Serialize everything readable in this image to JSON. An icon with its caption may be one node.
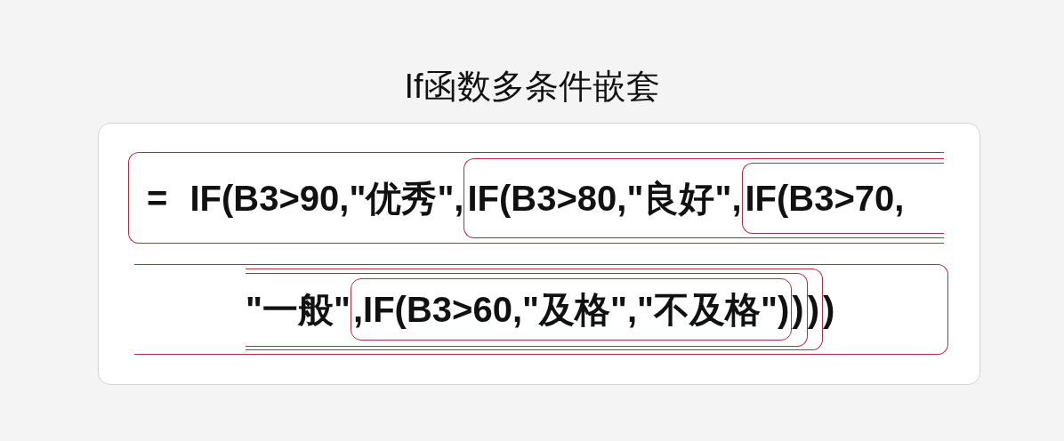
{
  "diagram": {
    "title": "If函数多条件嵌套",
    "nodes": [
      {
        "text": [],
        "shape": "box"
      },
      {
        "text": [
          "= IF(B3>90,\"优秀\","
        ],
        "in": 0
      },
      {
        "text": [
          "IF(B3>80,\"良好\","
        ],
        "in": 1
      },
      {
        "text": [
          "IF(B3>70,"
        ],
        "in": 2
      },
      {
        "text": [
          ")"
        ],
        "in": 0
      },
      {
        "text": [
          ")"
        ],
        "in": 4
      },
      {
        "text": [
          "\"一般\"",
          ")"
        ],
        "in": 5
      },
      {
        "text": [
          ",IF(B3>60,\"及格\",\"不及格\")"
        ],
        "in": 6
      }
    ]
  }
}
